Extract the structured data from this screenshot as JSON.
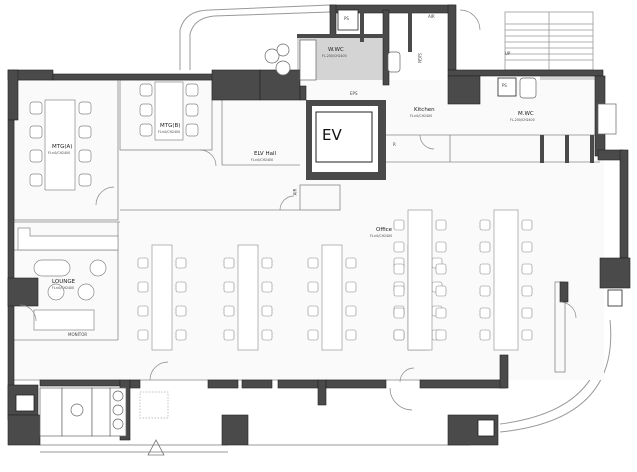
{
  "rooms": {
    "mtg_a": {
      "label": "MTG(A)",
      "sub": "FL±0/CH2400"
    },
    "mtg_b": {
      "label": "MTG(B)",
      "sub": "FL±0/CH2400"
    },
    "lounge": {
      "label": "LOUNGE",
      "sub": "FL±0/CH2400"
    },
    "monitor": {
      "label": "MONITOR"
    },
    "elv_hall": {
      "label": "ELV Hall",
      "sub": "FL±0/CH2400"
    },
    "office": {
      "label": "Office",
      "sub": "FL±0/CH2400"
    },
    "kitchen": {
      "label": "Kitchen",
      "sub": "FL±0/CH2400"
    },
    "w_wc": {
      "label": "W.WC",
      "sub": "FL-200/CH2400"
    },
    "m_wc": {
      "label": "M.WC",
      "sub": "FL-200/CH2400"
    },
    "ev": {
      "label": "EV"
    },
    "eps": {
      "label": "EPS"
    },
    "ps_left": {
      "label": "PS"
    },
    "ps_right": {
      "label": "PS"
    },
    "air_top": {
      "label": "AIR"
    },
    "air_hall": {
      "label": "AIR"
    },
    "sign": {
      "label": "SIGN"
    },
    "up": {
      "label": "UP"
    },
    "r_mark": {
      "label": "R"
    }
  },
  "colors": {
    "wall": "#4a4a4a",
    "wc_fill": "#d4d4d4",
    "line": "#777777",
    "furniture": "#888888"
  }
}
